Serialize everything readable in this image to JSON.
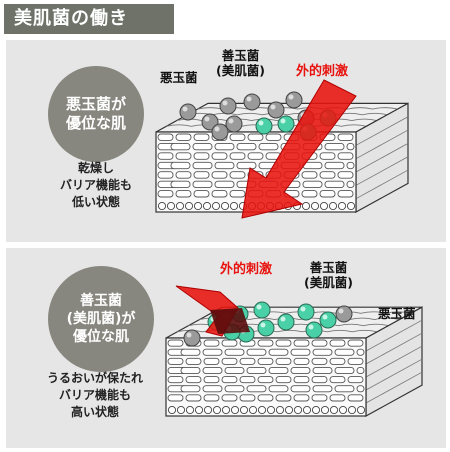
{
  "title": "美肌菌の働き",
  "top": {
    "circle_lines": [
      "悪玉菌が",
      "優位な肌"
    ],
    "caption_lines": [
      "乾燥し",
      "バリア機能も",
      "低い状態"
    ],
    "label_bad": "悪玉菌",
    "label_good_lines": [
      "善玉菌",
      "(美肌菌)"
    ],
    "label_stimulus": "外的刺激"
  },
  "bottom": {
    "circle_lines": [
      "善玉菌",
      "(美肌菌)が",
      "優位な肌"
    ],
    "caption_lines": [
      "うるおいが保たれ",
      "バリア機能も",
      "高い状態"
    ],
    "label_stimulus": "外的刺激",
    "label_good_lines": [
      "善玉菌",
      "(美肌菌)"
    ],
    "label_bad": "悪玉菌"
  },
  "colors": {
    "title_bg": "#6e7269",
    "panel_bg": "#e6e6e6",
    "circle_bg": "#87877f",
    "arrow_red": "#e8130f",
    "good_bacteria": "#4ad0a6",
    "bad_bacteria": "#9a9a9a"
  },
  "icons": [
    "skin-layer-icon",
    "bacteria-icon",
    "stimulus-arrow-icon"
  ]
}
